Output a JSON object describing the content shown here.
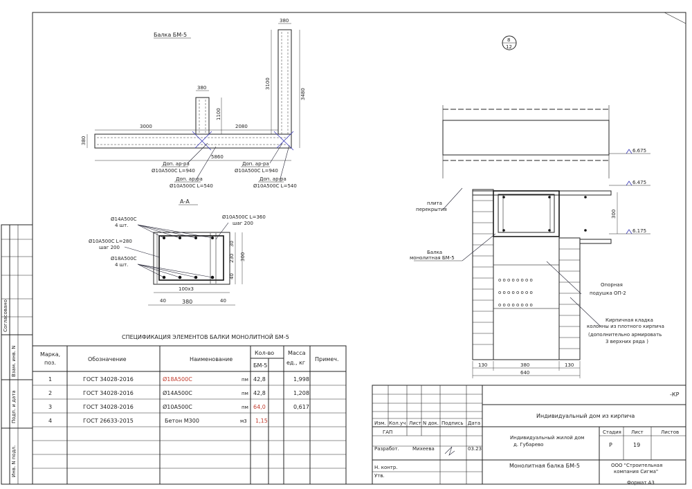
{
  "drawing": {
    "beam_plan_title": "Балка БМ-5",
    "plan_dims": {
      "stub_width": "380",
      "stub_height": "1100",
      "left_len": "3000",
      "mid_len": "2080",
      "total_len": "5860",
      "beam_h": "380",
      "riser_width": "380",
      "riser_inner": "3100",
      "riser_total": "3480"
    },
    "plan_callouts": [
      {
        "l1": "Доп. ар-ра",
        "l2": "Ø10А500С  L=940"
      },
      {
        "l1": "Доп. ар-ра",
        "l2": "Ø10А500С  L=540"
      },
      {
        "l1": "Доп. ар-ра",
        "l2": "Ø10А500С  L=940"
      },
      {
        "l1": "Доп. ар-ра",
        "l2": "Ø10А500С  L=540"
      }
    ],
    "section_title": "А-А",
    "section_labels": {
      "top_bars": "Ø14А500С",
      "top_bars_qty": "4 шт.",
      "stirrup": "Ø10А500С  L=280",
      "stirrup_step": "шаг 200",
      "bottom_bars": "Ø18А500С",
      "bottom_bars_qty": "4 шт.",
      "tie": "Ø10А500С  L=360",
      "tie_step": "шаг 200",
      "d_inner": "230",
      "d_top": "30",
      "d_total": "300",
      "d_bot": "40",
      "d_spacing": "100x3",
      "d_width": "380",
      "d_left": "40",
      "d_right": "40"
    },
    "detail": {
      "bubble_top": "8",
      "bubble_bottom": "12",
      "lvl1": "6.675",
      "lvl2": "6.475",
      "lvl3": "6.175",
      "h300": "300",
      "slab_l1": "плита",
      "slab_l2": "перекрытия",
      "beam_l1": "Балка",
      "beam_l2": "монолитная БМ-5",
      "pad_l1": "Опорная",
      "pad_l2": "подушка ОП-2",
      "brick_l1": "Кирпичная кладка",
      "brick_l2": "колонны из плотного кирпича",
      "brick_l3": "(дополнительно армировать",
      "brick_l4": "3 верхних ряда )",
      "d130a": "130",
      "d380": "380",
      "d130b": "130",
      "d640": "640"
    }
  },
  "spec": {
    "title": "СПЕЦИФИКАЦИЯ ЭЛЕМЕНТОВ БАЛКИ МОНОЛИТНОЙ БМ-5",
    "headers": {
      "mark": "Марка,",
      "pos": "поз.",
      "designation": "Обозначение",
      "name": "Наименование",
      "qty": "Кол-во",
      "qty_sub": "БМ-5",
      "mass": "Масса",
      "mass_unit": "ед., кг",
      "note": "Примеч."
    },
    "rows": [
      {
        "pos": "1",
        "gost": "ГОСТ 34028-2016",
        "name": "Ø18А500С",
        "unit": "пм",
        "qty": "42,8",
        "mass": "1,998",
        "name_red": true,
        "qty_red": false
      },
      {
        "pos": "2",
        "gost": "ГОСТ 34028-2016",
        "name": "Ø14А500С",
        "unit": "пм",
        "qty": "42,8",
        "mass": "1,208",
        "name_red": false,
        "qty_red": false
      },
      {
        "pos": "3",
        "gost": "ГОСТ 34028-2016",
        "name": "Ø10А500С",
        "unit": "пм",
        "qty": "64,0",
        "mass": "0,617",
        "name_red": false,
        "qty_red": true
      },
      {
        "pos": "4",
        "gost": "ГОСТ 26633-2015",
        "name": "Бетон М300",
        "unit": "м3",
        "qty": "1,15",
        "mass": "",
        "name_red": false,
        "qty_red": true
      }
    ]
  },
  "side_stamps": [
    "Согласовано",
    "Взам. инв. N",
    "Подп. и дата",
    "Инв. N подл."
  ],
  "title_block": {
    "code": "-КР",
    "project": "Индивидуальный дом из кирпича",
    "object_l1": "Индивидуальный жилой дом",
    "object_l2": "д. Губарево",
    "cols": [
      "Изм.",
      "Кол.уч",
      "Лист",
      "N док.",
      "Подпись",
      "Дата"
    ],
    "roles": [
      "ГАП",
      "Разработ.",
      "",
      "Н. контр.",
      "Утв."
    ],
    "author": "Михеева",
    "date": "03.23.",
    "stage_label": "Стадия",
    "sheet_label": "Лист",
    "sheets_label": "Листов",
    "stage": "Р",
    "sheet": "19",
    "sheets": "",
    "drawing_name": "Монолитная балка БМ-5",
    "company_l1": "ООО \"Строительная",
    "company_l2": "компания Сигма\"",
    "format": "Формат А3"
  }
}
